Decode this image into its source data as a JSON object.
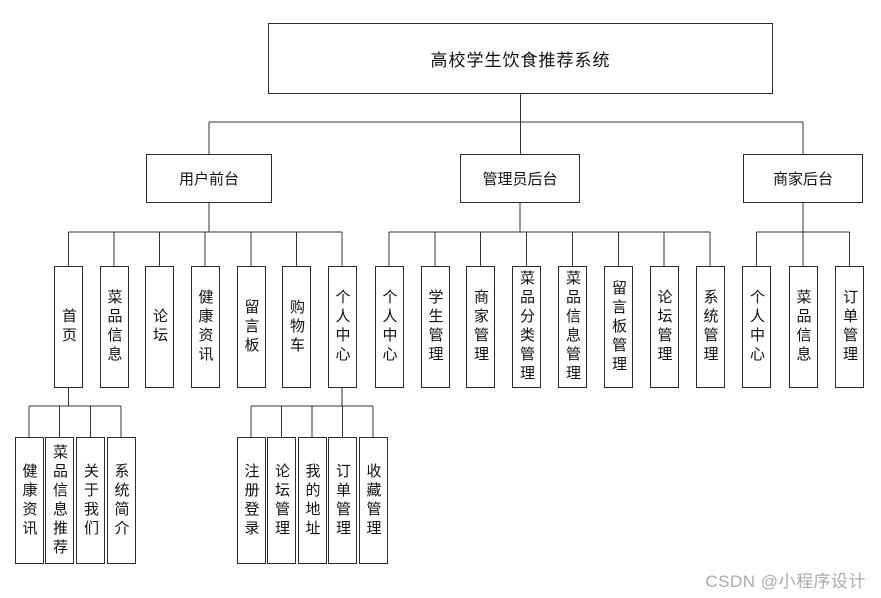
{
  "diagram": {
    "root": "高校学生饮食推荐系统",
    "level2": [
      "用户前台",
      "管理员后台",
      "商家后台"
    ],
    "user_front_children": [
      "首页",
      "菜品信息",
      "论坛",
      "健康资讯",
      "留言板",
      "购物车",
      "个人中心"
    ],
    "admin_back_children": [
      "个人中心",
      "学生管理",
      "商家管理",
      "菜品分类管理",
      "菜品信息管理",
      "留言板管理",
      "论坛管理",
      "系统管理"
    ],
    "merchant_back_children": [
      "个人中心",
      "菜品信息",
      "订单管理"
    ],
    "home_children": [
      "健康资讯",
      "菜品信息推荐",
      "关于我们",
      "系统简介"
    ],
    "personal_center_children": [
      "注册登录",
      "论坛管理",
      "我的地址",
      "订单管理",
      "收藏管理"
    ]
  },
  "watermark": "CSDN @小程序设计",
  "colors": {
    "line": "#333333",
    "box_border": "#2b2b2b",
    "background": "#ffffff",
    "watermark": "#9b9ca0"
  }
}
